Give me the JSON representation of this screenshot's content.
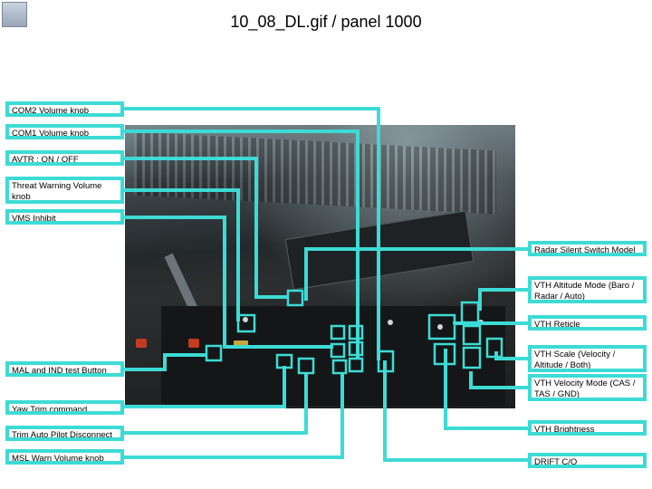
{
  "title": "10_08_DL.gif / panel 1000",
  "home_icon": "home-icon",
  "colors": {
    "callout": "#3ddbd5",
    "background": "#ffffff"
  },
  "labels_left": {
    "com2": "COM2 Volume knob",
    "com1": "COM1 Volume knob",
    "avtr": "AVTR : ON / OFF",
    "threat": "Threat Warning Volume knob",
    "vms": "VMS Inhibit",
    "mal": "MAL and IND test Button",
    "yaw": "Yaw Trim command",
    "trim": "Trim Auto Pilot Disconnect",
    "msl": "MSL Warn Volume knob"
  },
  "labels_right": {
    "radar": "Radar Silent Switch Model",
    "vth_alt": "VTH Altitude Mode (Baro / Radar / Auto)",
    "vth_reticle": "VTH Reticle",
    "vth_scale": "VTH Scale (Velocity / Altitude / Both)",
    "vth_velocity": "VTH Velocity Mode (CAS / TAS / GND)",
    "vth_brightness": "VTH Brightness",
    "drift": "DRIFT C/O"
  }
}
